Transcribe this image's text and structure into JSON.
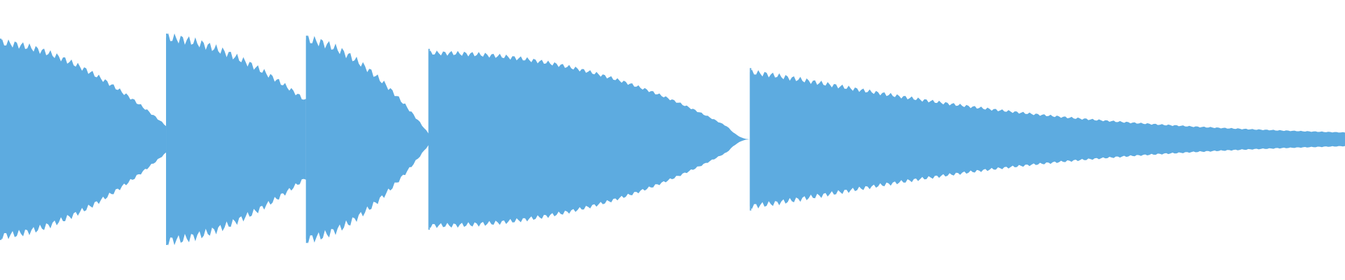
{
  "waveform": {
    "color": "#5dabe0",
    "background": "#ffffff",
    "segments": [
      {
        "start": 0.0,
        "end": 0.1235,
        "peak_top": 0.95,
        "peak_bottom": 0.95,
        "end_level": 0.14,
        "shape": "decay",
        "ripple": 0.04
      },
      {
        "start": 0.1235,
        "end": 0.2275,
        "peak_top": 1.0,
        "peak_bottom": 1.0,
        "end_level": 0.38,
        "shape": "decay",
        "ripple": 0.05
      },
      {
        "start": 0.2275,
        "end": 0.3185,
        "peak_top": 0.98,
        "peak_bottom": 0.98,
        "end_level": 0.06,
        "shape": "decay",
        "ripple": 0.05
      },
      {
        "start": 0.3185,
        "end": 0.5575,
        "peak_top": 0.85,
        "peak_bottom": 0.85,
        "end_level": 0.0,
        "shape": "decay-slow",
        "ripple": 0.025
      },
      {
        "start": 0.5575,
        "end": 1.0,
        "peak_top": 0.66,
        "peak_bottom": 0.66,
        "end_level": 0.03,
        "shape": "decay-long",
        "ripple": 0.03
      }
    ]
  }
}
